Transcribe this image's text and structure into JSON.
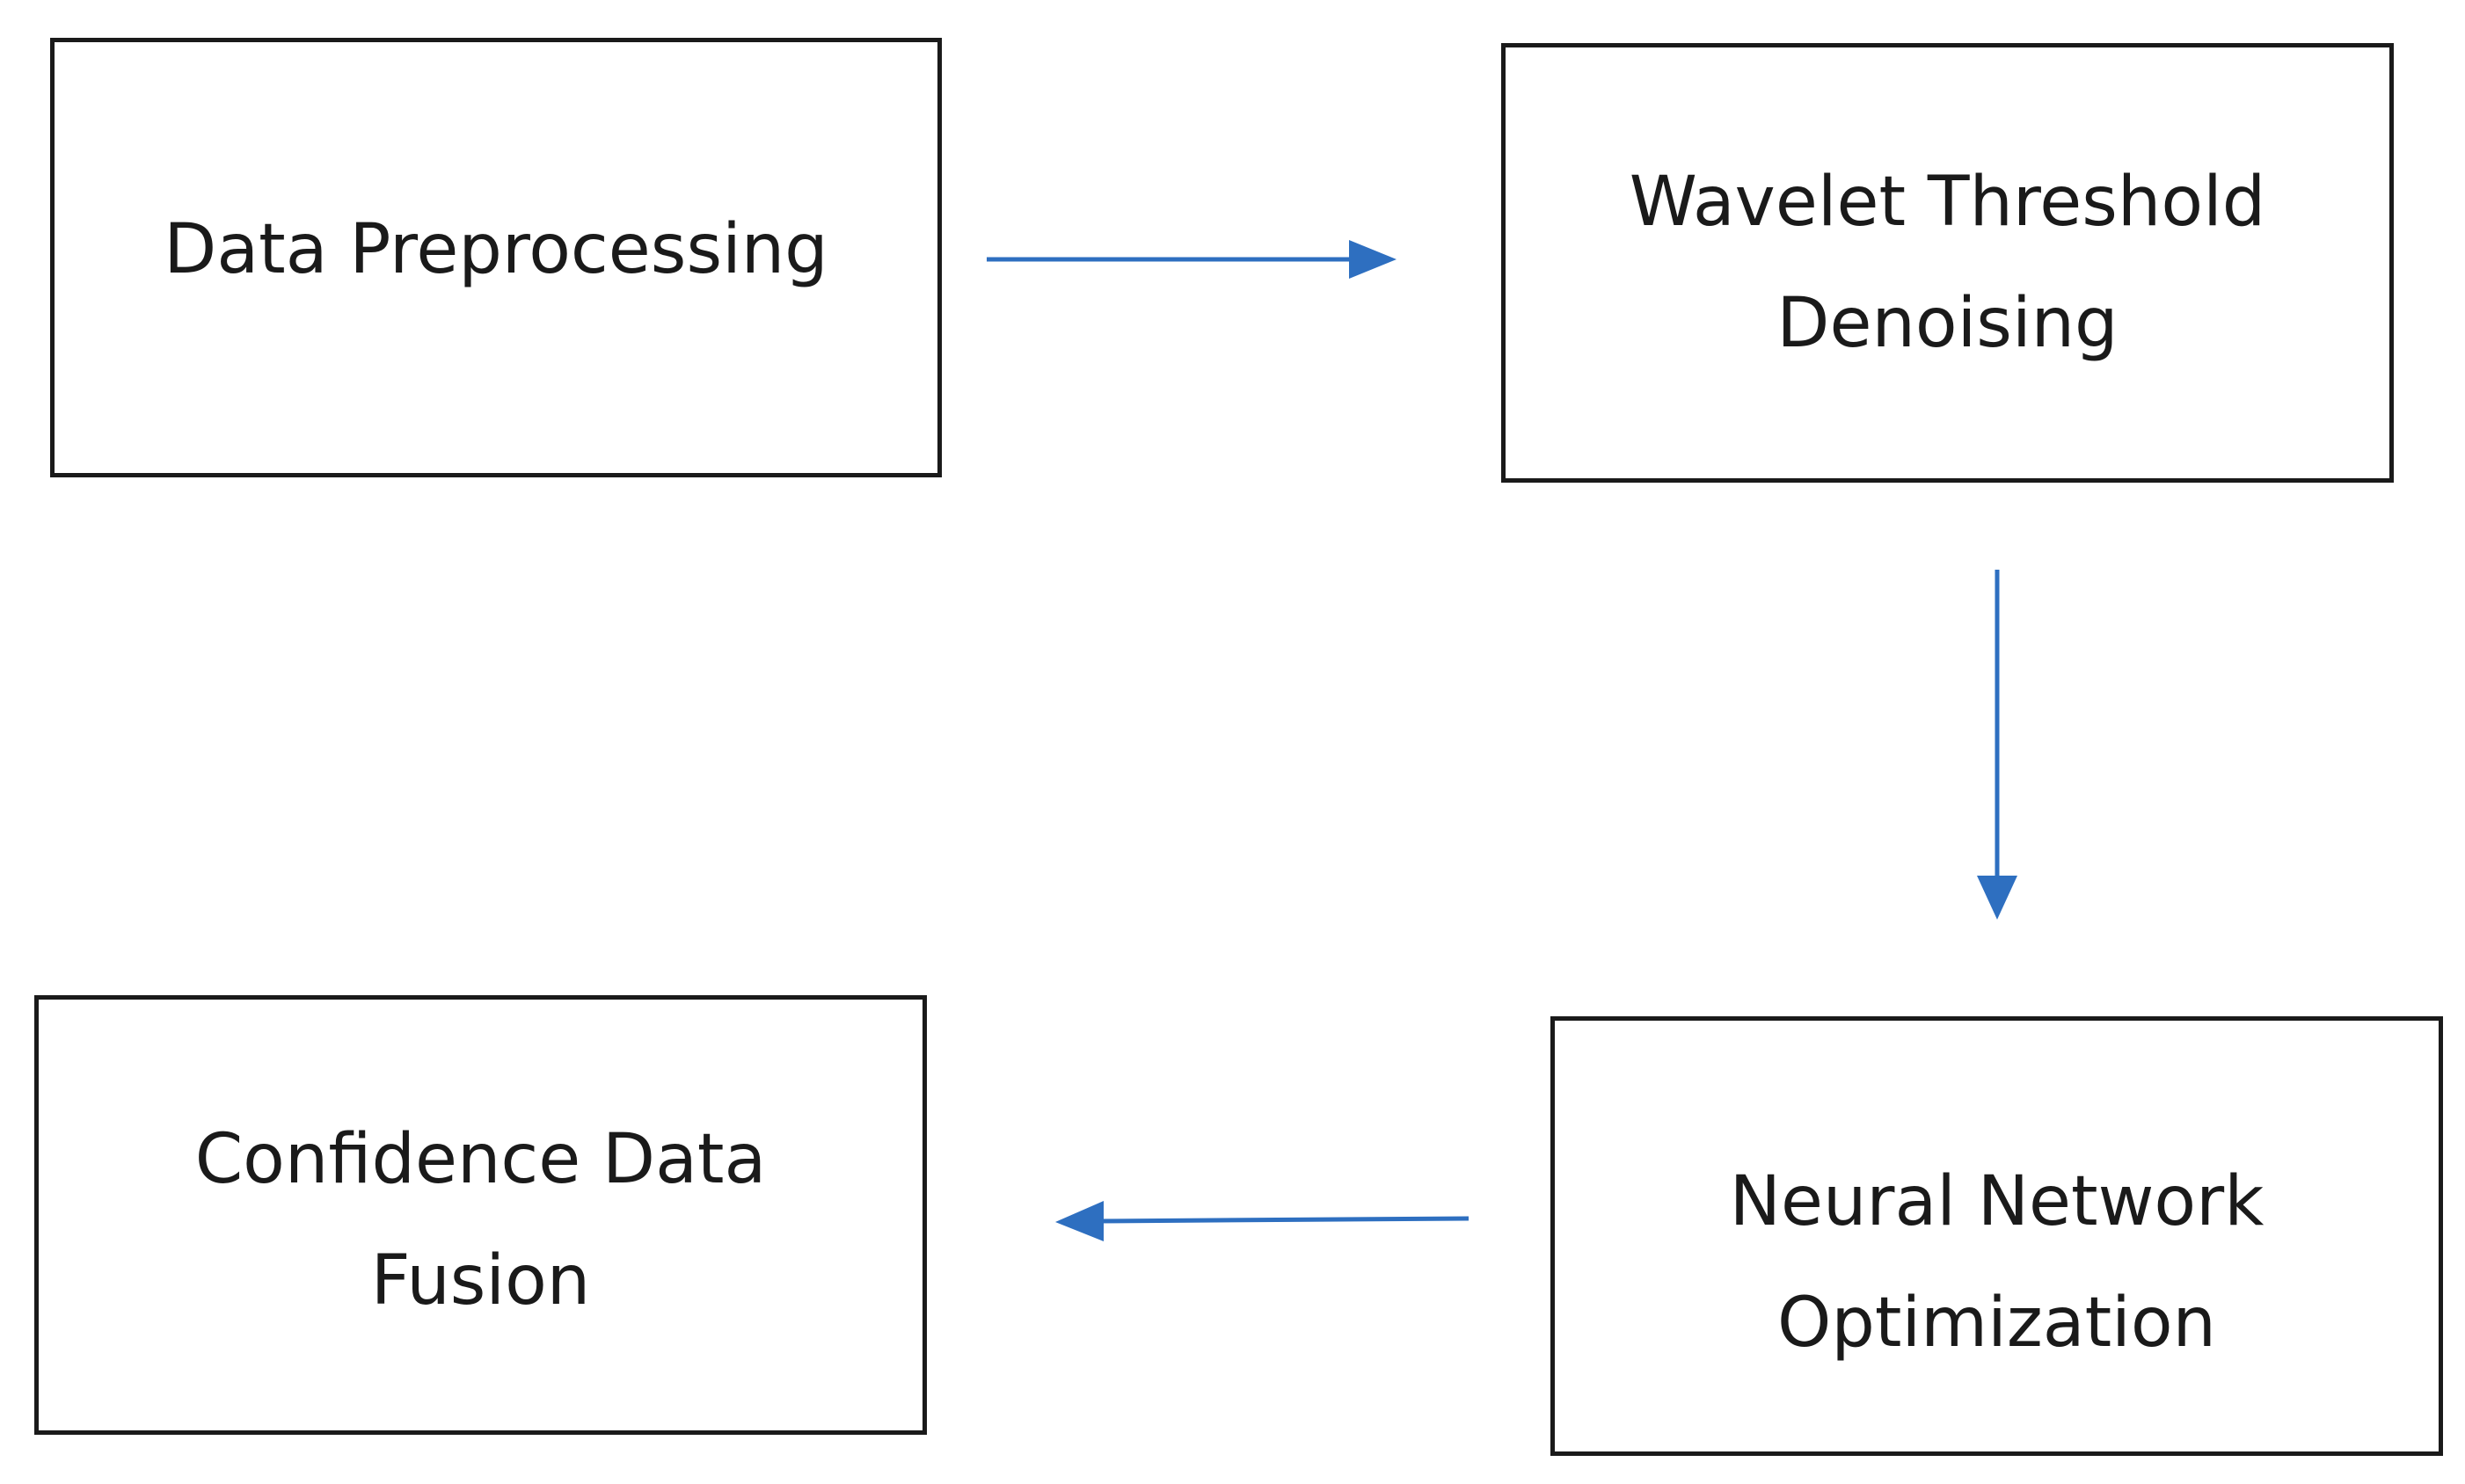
{
  "nodes": {
    "preprocessing": {
      "label": "Data Preprocessing"
    },
    "wavelet": {
      "label": "Wavelet Threshold\nDenoising"
    },
    "neural": {
      "label": "Neural Network\nOptimization"
    },
    "fusion": {
      "label": "Confidence Data\nFusion"
    }
  },
  "edges": [
    {
      "from": "preprocessing",
      "to": "wavelet"
    },
    {
      "from": "wavelet",
      "to": "neural"
    },
    {
      "from": "neural",
      "to": "fusion"
    }
  ],
  "colors": {
    "box_border": "#1a1a1a",
    "arrow": "#2e6fc0",
    "text": "#1a1a1a",
    "background": "#ffffff"
  }
}
